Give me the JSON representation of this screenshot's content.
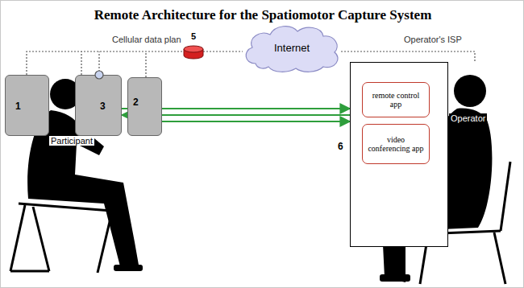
{
  "diagram": {
    "title": "Remote Architecture for the Spatiomotor Capture System",
    "nodes": [
      {
        "text": [
          "1"
        ]
      },
      {
        "text": [
          "3"
        ]
      },
      {
        "text": [
          "2"
        ]
      },
      {
        "text": [
          "5"
        ]
      },
      {
        "text": [
          "Internet"
        ]
      },
      {
        "text": [
          "6"
        ]
      },
      {
        "text": [
          "remote control app"
        ],
        "in": 5
      },
      {
        "text": [
          "video conferencing app"
        ],
        "in": 5
      }
    ],
    "edges": [
      {
        "from": 1,
        "to": 5,
        "arrow": "to"
      },
      {
        "from": 5,
        "to": 1,
        "arrow": "to"
      },
      {
        "from": 2,
        "to": 5,
        "arrow": "to"
      }
    ],
    "labels": [
      "Cellular data plan",
      "Operator's ISP",
      "Participant",
      "Operator"
    ]
  }
}
